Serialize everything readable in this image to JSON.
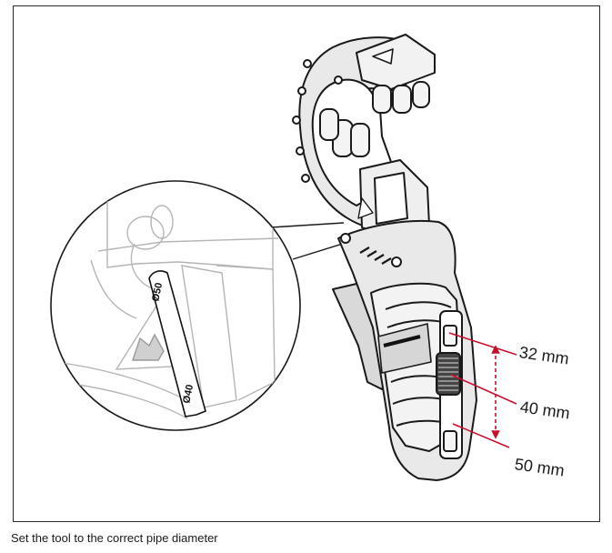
{
  "figure": {
    "size_labels": [
      "32 mm",
      "40 mm",
      "50 mm"
    ],
    "detail_marks": [
      "Ø50",
      "Ø40"
    ]
  },
  "caption": "Set the tool to the correct pipe diameter",
  "colors": {
    "indicator_line": "#c8102e",
    "outline": "#1a1a1a",
    "tool_fill": "#e9e9e9",
    "detail_line": "#b5b5b5"
  }
}
